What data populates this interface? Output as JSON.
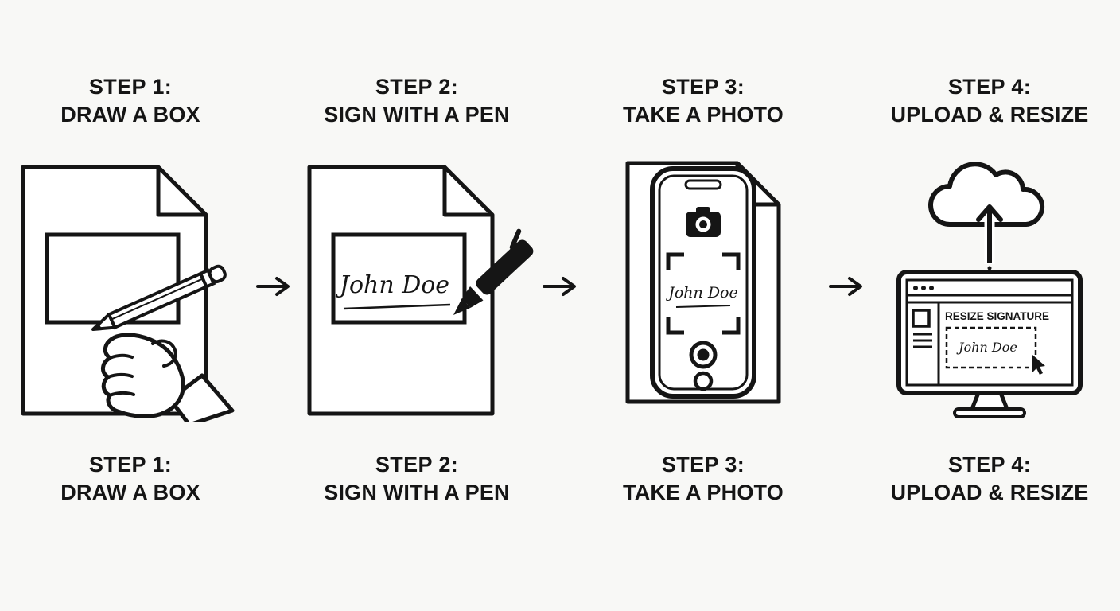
{
  "colors": {
    "ink": "#151515",
    "background": "#f8f8f6"
  },
  "steps": [
    {
      "title": "STEP 1:",
      "subtitle": "DRAW A BOX"
    },
    {
      "title": "STEP 2:",
      "subtitle": "SIGN WITH A PEN"
    },
    {
      "title": "STEP 3:",
      "subtitle": "TAKE A PHOTO"
    },
    {
      "title": "STEP 4:",
      "subtitle": "UPLOAD & RESIZE"
    }
  ],
  "signature_text": "John Doe",
  "monitor_heading": "RESIZE SIGNATURE"
}
